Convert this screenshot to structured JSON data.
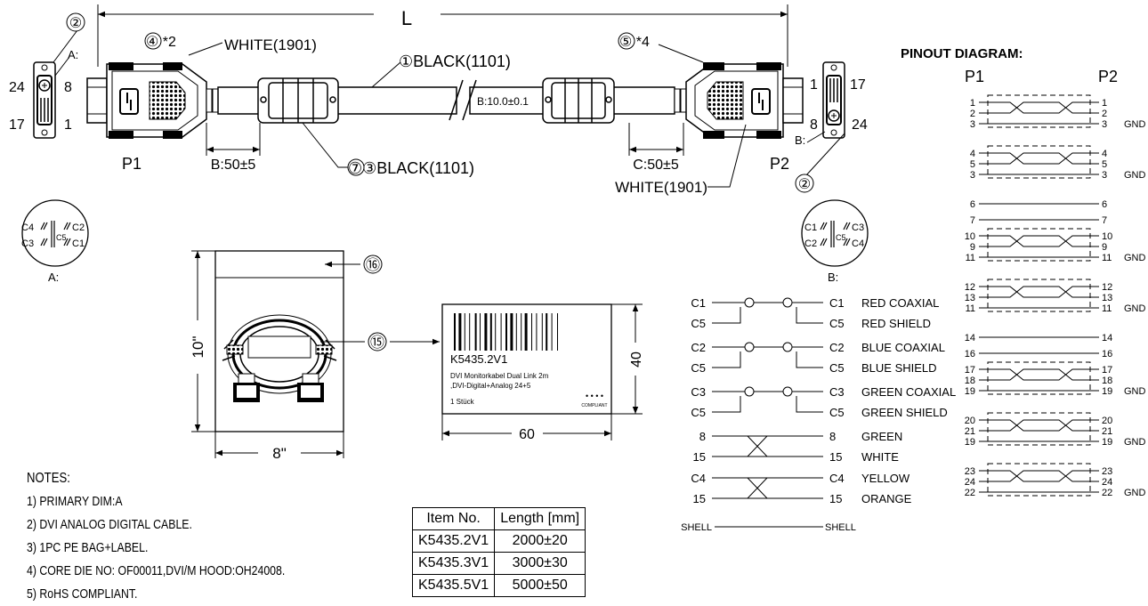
{
  "dimension": {
    "overall_length": "L",
    "ferrite_pos_p1": "B:50±5",
    "ferrite_pos_p2": "C:50±5",
    "break_length": "B:10.0±0.1"
  },
  "connectors": {
    "p1": {
      "label": "P1",
      "callout": "②",
      "view_label": "A:",
      "pins": {
        "tl": "24",
        "tr": "8",
        "bl": "17",
        "br": "1"
      }
    },
    "p2": {
      "label": "P2",
      "callout": "②",
      "view_label": "B:",
      "pins": {
        "tl": "1",
        "tr": "17",
        "bl": "8",
        "br": "24"
      }
    }
  },
  "callouts": {
    "hood_p1": "④ *2",
    "hood_p2": "⑤ *4",
    "white_p1": "WHITE(1901)",
    "white_p2": "WHITE(1901)",
    "cable": "①BLACK(1101)",
    "core": "⑦③BLACK(1101)",
    "bag": "⑯",
    "label_ref": "⑮"
  },
  "analog_face": {
    "a": {
      "c4": "C4",
      "c2": "C2",
      "c3": "C3",
      "c1": "C1",
      "c5": "C5",
      "label": "A:"
    },
    "b": {
      "c1": "C1",
      "c3": "C3",
      "c2": "C2",
      "c4": "C4",
      "c5": "C5",
      "label": "B:"
    }
  },
  "bag": {
    "height": "10\"",
    "width": "8\""
  },
  "label_card": {
    "part": "K5435.2V1",
    "desc1": "DVI Monitorkabel Dual Link 2m",
    "desc2": ",DVI-Digital+Analog 24+5",
    "qty": "1 Stück",
    "compliant": "COMPLIANT",
    "dots": "• • • •",
    "dim_h": "40",
    "dim_w": "60"
  },
  "notes": {
    "title": "NOTES:",
    "items": [
      "1) PRIMARY DIM:A",
      "2) DVI ANALOG DIGITAL CABLE.",
      "3) 1PC PE BAG+LABEL.",
      "4) CORE DIE NO: OF00011,DVI/M HOOD:OH24008.",
      "5) RoHS COMPLIANT."
    ]
  },
  "item_table": {
    "headers": [
      "Item No.",
      "Length [mm]"
    ],
    "rows": [
      [
        "K5435.2V1",
        "2000±20"
      ],
      [
        "K5435.3V1",
        "3000±30"
      ],
      [
        "K5435.5V1",
        "5000±50"
      ]
    ]
  },
  "analog_wiring": {
    "coax": [
      {
        "l1": "C1",
        "r1": "C1",
        "n1": "RED COAXIAL",
        "l2": "C5",
        "r2": "C5",
        "n2": "RED SHIELD"
      },
      {
        "l1": "C2",
        "r1": "C2",
        "n1": "BLUE COAXIAL",
        "l2": "C5",
        "r2": "C5",
        "n2": "BLUE SHIELD"
      },
      {
        "l1": "C3",
        "r1": "C3",
        "n1": "GREEN COAXIAL",
        "l2": "C5",
        "r2": "C5",
        "n2": "GREEN SHIELD"
      }
    ],
    "pairs": [
      {
        "a": "8",
        "b": "15",
        "ra": "8",
        "rb": "15",
        "na": "GREEN",
        "nb": "WHITE"
      },
      {
        "a": "C4",
        "b": "15",
        "ra": "C4",
        "rb": "15",
        "na": "YELLOW",
        "nb": "ORANGE"
      }
    ],
    "shell_left": "SHELL",
    "shell_right": "SHELL"
  },
  "pinout": {
    "title": "PINOUT DIAGRAM:",
    "p1": "P1",
    "p2": "P2",
    "groups": [
      {
        "kind": "pair",
        "a": "1",
        "b": "2",
        "d": "3",
        "gnd": "GND"
      },
      {
        "kind": "pair",
        "a": "4",
        "b": "5",
        "d": "3",
        "gnd": "GND"
      },
      {
        "kind": "single",
        "a": "6"
      },
      {
        "kind": "single",
        "a": "7"
      },
      {
        "kind": "pair",
        "a": "10",
        "b": "9",
        "d": "11",
        "gnd": "GND"
      },
      {
        "kind": "pair",
        "a": "12",
        "b": "13",
        "d": "11",
        "gnd": "GND"
      },
      {
        "kind": "single",
        "a": "14"
      },
      {
        "kind": "single",
        "a": "16"
      },
      {
        "kind": "pair",
        "a": "17",
        "b": "18",
        "d": "19",
        "gnd": "GND"
      },
      {
        "kind": "pair",
        "a": "20",
        "b": "21",
        "d": "19",
        "gnd": "GND"
      },
      {
        "kind": "pair",
        "a": "23",
        "b": "24",
        "d": "22",
        "gnd": "GND"
      }
    ]
  }
}
